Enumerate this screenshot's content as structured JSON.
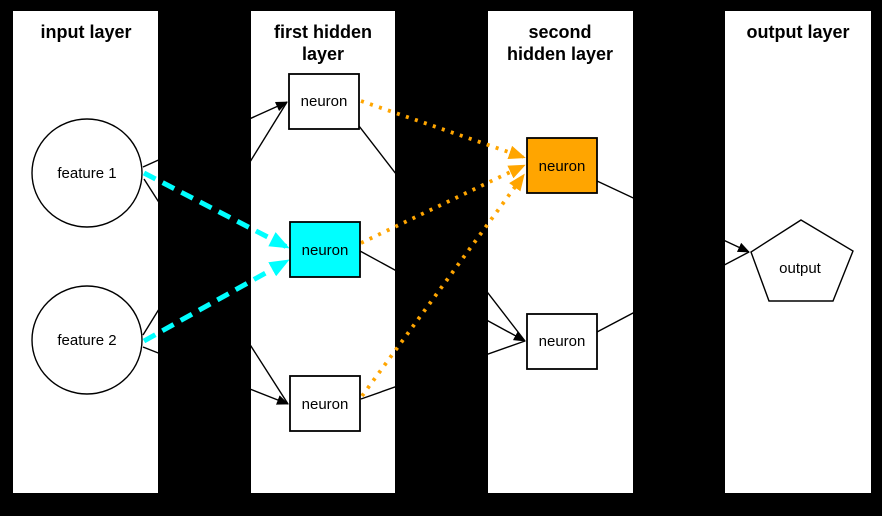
{
  "layers": [
    {
      "name": "input layer",
      "title_line1": "input layer"
    },
    {
      "name": "first hidden layer",
      "title_line1": "first hidden",
      "title_line2": "layer"
    },
    {
      "name": "second hidden layer",
      "title_line1": "second",
      "title_line2": "hidden layer"
    },
    {
      "name": "output layer",
      "title_line1": "output layer"
    }
  ],
  "nodes": {
    "feature1": {
      "label": "feature 1",
      "shape": "circle",
      "layer": "input layer",
      "fill": "#ffffff"
    },
    "feature2": {
      "label": "feature 2",
      "shape": "circle",
      "layer": "input layer",
      "fill": "#ffffff"
    },
    "h1_top": {
      "label": "neuron",
      "shape": "rect",
      "layer": "first hidden layer",
      "fill": "#ffffff"
    },
    "h1_mid": {
      "label": "neuron",
      "shape": "rect",
      "layer": "first hidden layer",
      "fill": "#00ffff"
    },
    "h1_bot": {
      "label": "neuron",
      "shape": "rect",
      "layer": "first hidden layer",
      "fill": "#ffffff"
    },
    "h2_top": {
      "label": "neuron",
      "shape": "rect",
      "layer": "second hidden layer",
      "fill": "#ffa500"
    },
    "h2_bot": {
      "label": "neuron",
      "shape": "rect",
      "layer": "second hidden layer",
      "fill": "#ffffff"
    },
    "output": {
      "label": "output",
      "shape": "pentagon",
      "layer": "output layer",
      "fill": "#ffffff"
    }
  },
  "edges": [
    {
      "from": "feature1",
      "to": "h1_top",
      "style": "solid-black"
    },
    {
      "from": "feature2",
      "to": "h1_top",
      "style": "solid-black"
    },
    {
      "from": "feature1",
      "to": "h1_bot",
      "style": "solid-black"
    },
    {
      "from": "feature2",
      "to": "h1_bot",
      "style": "solid-black"
    },
    {
      "from": "feature1",
      "to": "h1_mid",
      "style": "dashed-cyan"
    },
    {
      "from": "feature2",
      "to": "h1_mid",
      "style": "dashed-cyan"
    },
    {
      "from": "h1_top",
      "to": "h2_top",
      "style": "dotted-orange"
    },
    {
      "from": "h1_mid",
      "to": "h2_top",
      "style": "dotted-orange"
    },
    {
      "from": "h1_bot",
      "to": "h2_top",
      "style": "dotted-orange"
    },
    {
      "from": "h1_top",
      "to": "h2_bot",
      "style": "solid-black"
    },
    {
      "from": "h1_mid",
      "to": "h2_bot",
      "style": "solid-black"
    },
    {
      "from": "h1_bot",
      "to": "h2_bot",
      "style": "solid-black"
    },
    {
      "from": "h2_top",
      "to": "output",
      "style": "solid-black"
    },
    {
      "from": "h2_bot",
      "to": "output",
      "style": "solid-black"
    }
  ],
  "colors": {
    "background": "#000000",
    "panel": "#ffffff",
    "edge": "#000000",
    "highlight_cyan": "#00ffff",
    "highlight_orange": "#ffa500"
  }
}
